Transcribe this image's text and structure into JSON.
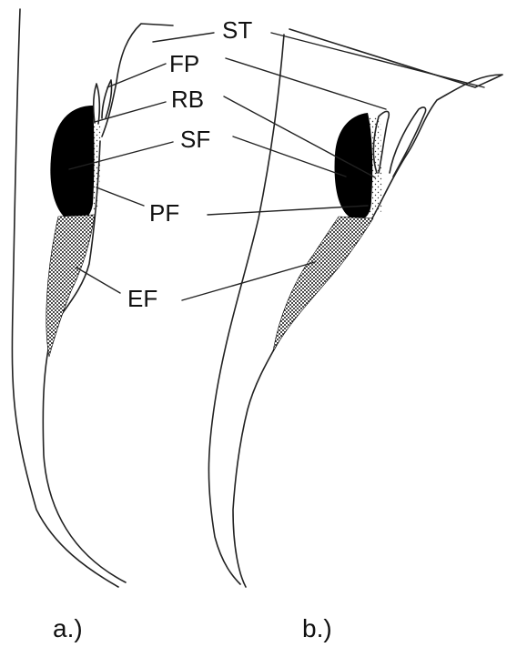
{
  "labels": {
    "st": "ST",
    "fp": "FP",
    "rb": "RB",
    "sf": "SF",
    "pf": "PF",
    "ef": "EF"
  },
  "captions": {
    "a": "a.)",
    "b": "b.)"
  },
  "colors": {
    "line": "#222222",
    "fill_dark": "#000000",
    "background": "#ffffff"
  }
}
